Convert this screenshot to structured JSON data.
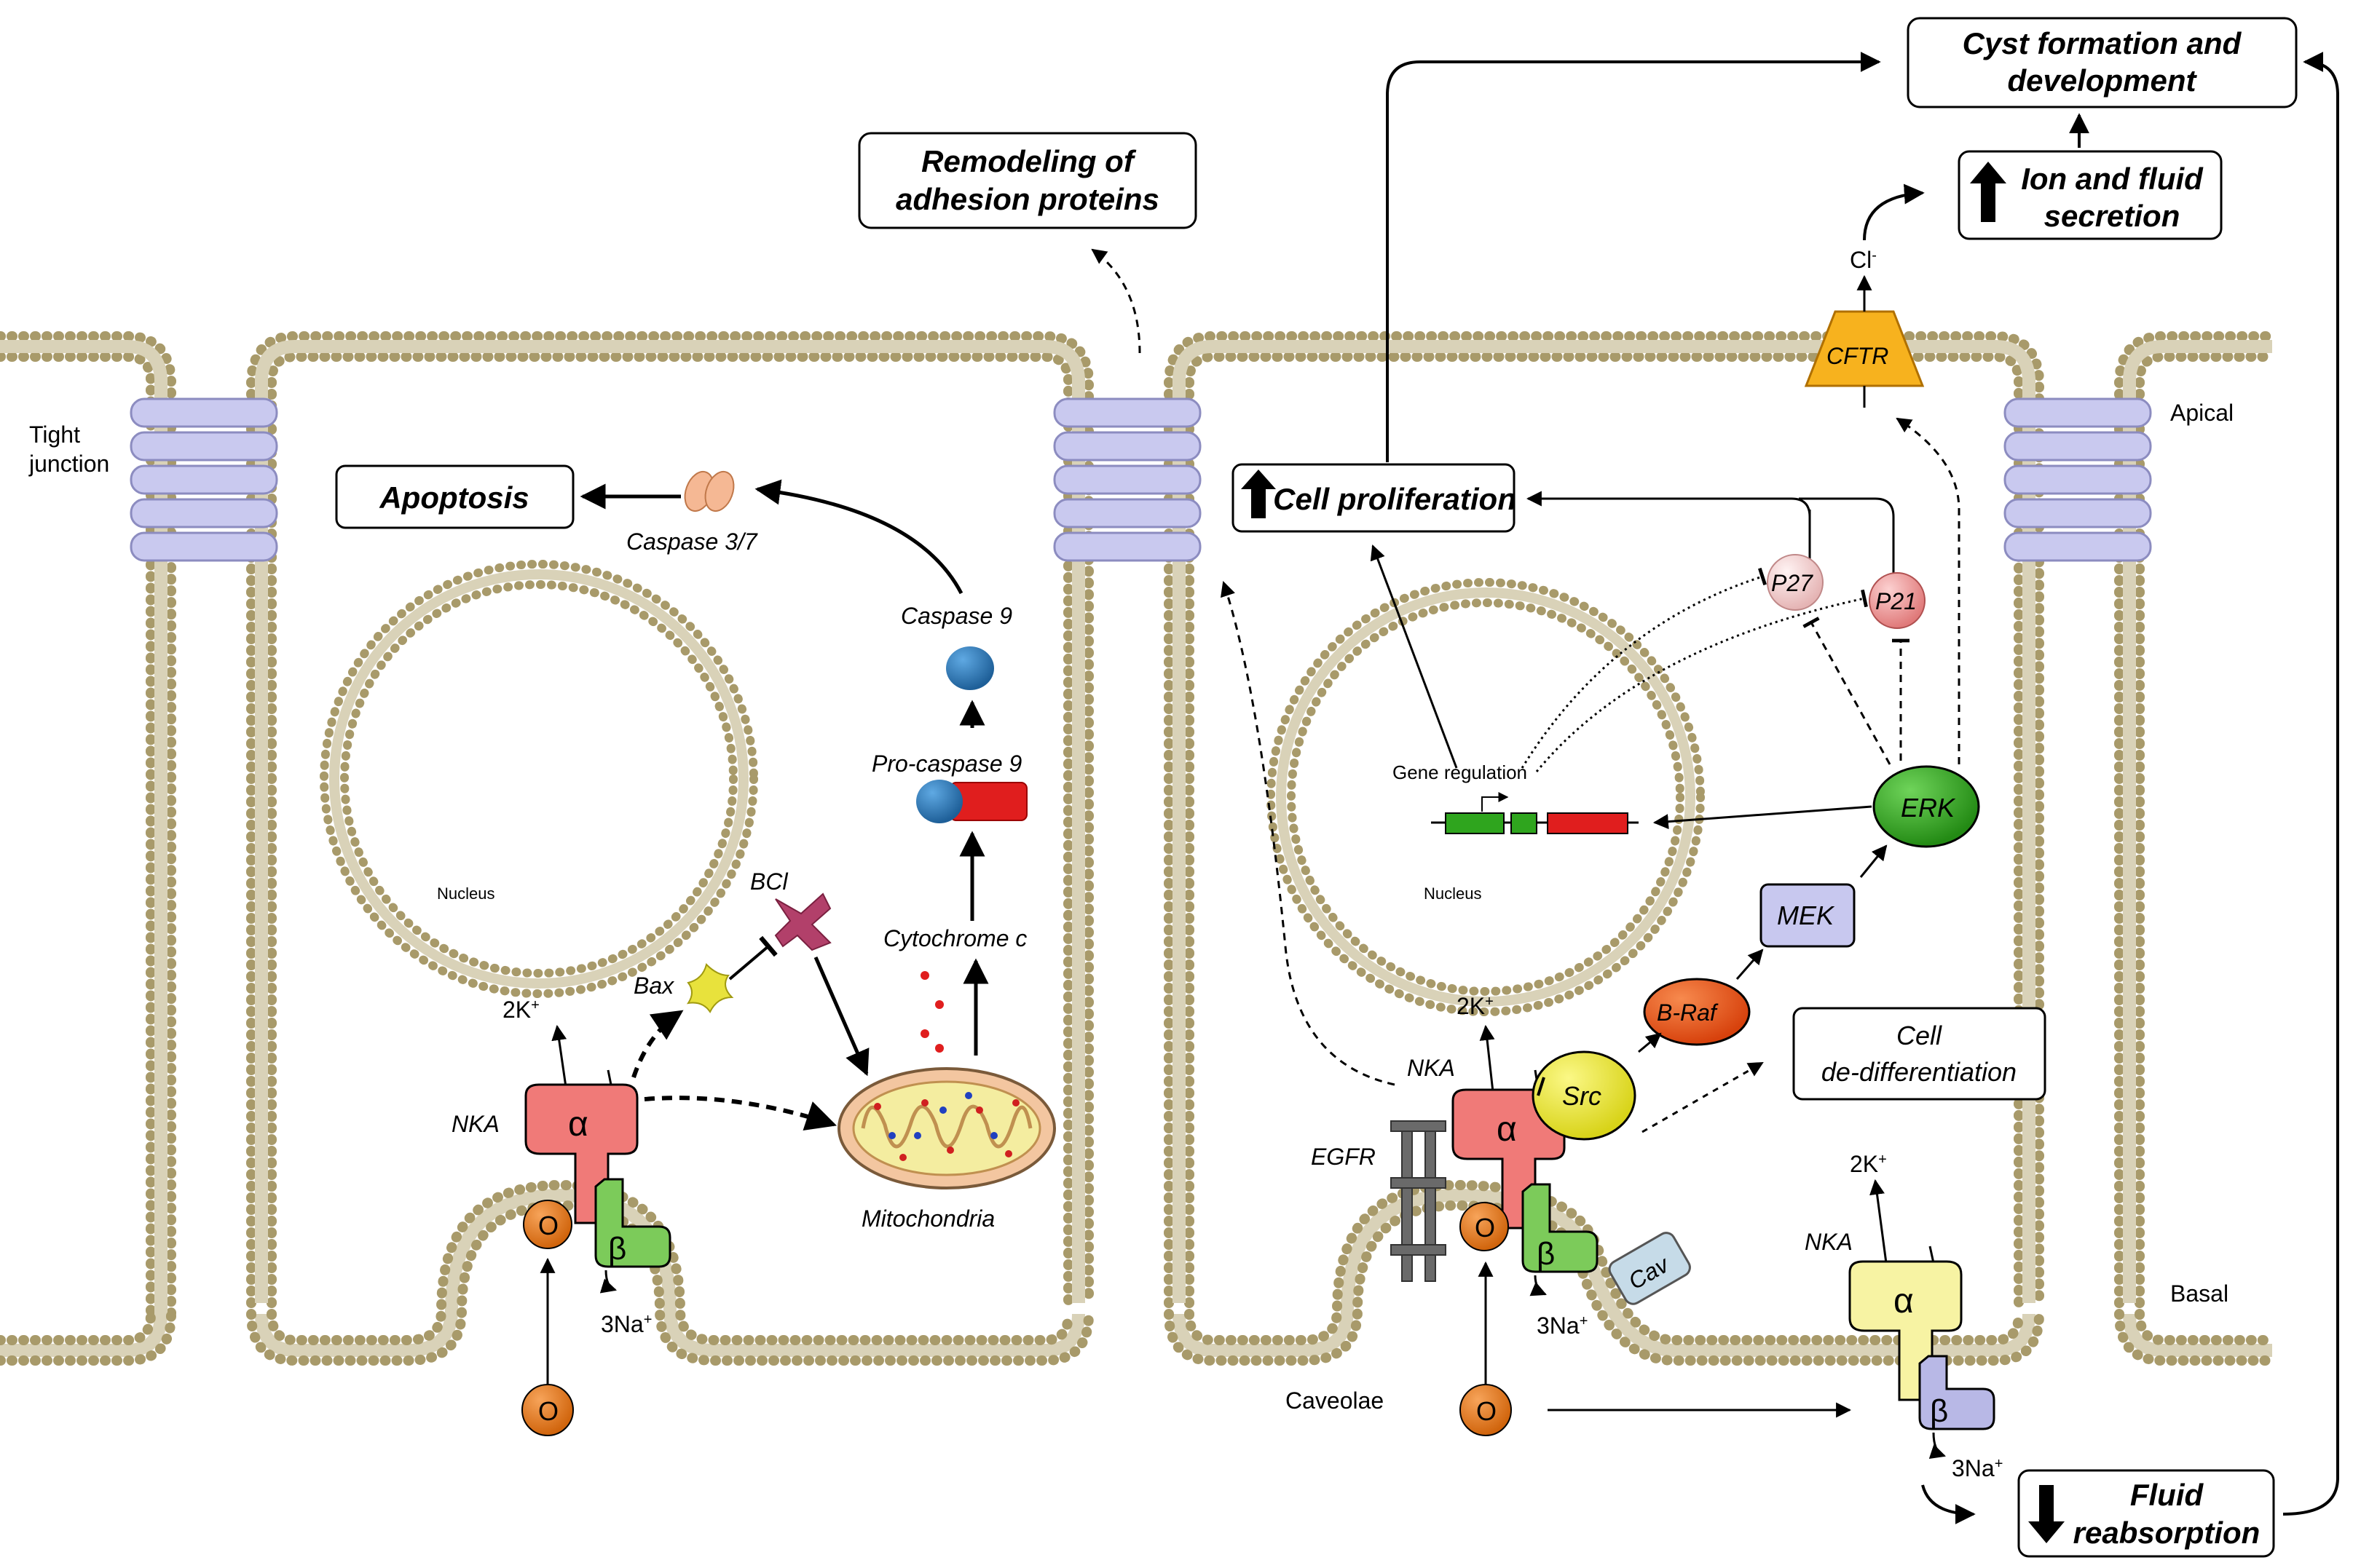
{
  "labels": {
    "tight_junction_1": "Tight",
    "tight_junction_2": "junction",
    "apical": "Apical",
    "basal": "Basal",
    "nucleus_left": "Nucleus",
    "nucleus_right": "Nucleus",
    "caveolae": "Caveolae",
    "gene_regulation": "Gene regulation",
    "apoptosis": "Apoptosis",
    "caspase37": "Caspase 3/7",
    "caspase9": "Caspase 9",
    "procaspase9": "Pro-caspase 9",
    "cytochrome_c": "Cytochrome c",
    "mitochondria": "Mitochondria",
    "bcl": "BCl",
    "bax": "Bax",
    "nka_left": "NKA",
    "nka_mid": "NKA",
    "nka_right": "NKA",
    "egfr": "EGFR",
    "src": "Src",
    "braf": "B-Raf",
    "mek": "MEK",
    "erk": "ERK",
    "p27": "P27",
    "p21": "P21",
    "cav": "Cav",
    "cftr": "CFTR",
    "cl": "Cl",
    "cl_sup": "-",
    "k_left": "2K",
    "k_mid": "2K",
    "k_right": "2K",
    "plus": "+",
    "na_left": "3Na",
    "na_mid": "3Na",
    "na_right": "3Na",
    "alpha": "α",
    "beta": "β",
    "ouabain": "O"
  },
  "boxes": {
    "remodeling_1": "Remodeling of",
    "remodeling_2": "adhesion proteins",
    "cyst_1": "Cyst formation and",
    "cyst_2": "development",
    "ion_1": "Ion and fluid",
    "ion_2": "secretion",
    "cell_prolif": "Cell proliferation",
    "dediff_1": "Cell",
    "dediff_2": "de-differentiation",
    "fluid_1": "Fluid",
    "fluid_2": "reabsorption"
  },
  "colors": {
    "membrane_bead": "#a89a6a",
    "membrane_bead_edge": "#7a6e48",
    "tight_junction": "#c9c9ef",
    "alpha_red": "#f07a78",
    "beta_green": "#7ccb5a",
    "ouabain_orange": "#ee7a1a",
    "alpha_yellow": "#f7f3a3",
    "beta_lavender": "#b8b8e6",
    "src_yellow": "#f2ee20",
    "braf_orange": "#ef5a1a",
    "mek_lavender": "#c8c8ef",
    "erk_green": "#2fa51e",
    "p27_pink": "#f3d3d3",
    "p21_pink": "#f1a5a5",
    "cftr_orange": "#f7b21e",
    "caspase9_blue": "#1e6fb0",
    "procaspase_red": "#e01e1e",
    "bcl_magenta": "#b2406a",
    "bax_yellow": "#e8e23c",
    "caspase37_peach": "#f5b894",
    "mito_outer": "#f3c6a0",
    "mito_inner": "#f4eda0",
    "cav_blue": "#c6dbe8",
    "egfr_gray": "#6a6a6a"
  }
}
